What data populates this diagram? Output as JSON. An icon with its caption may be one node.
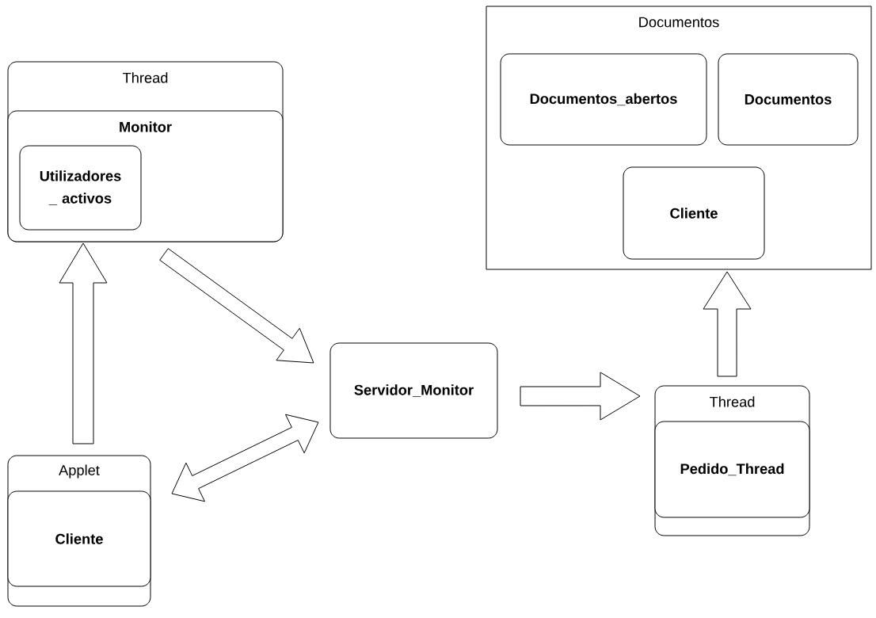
{
  "diagram": {
    "nodes": [
      {
        "text": [
          "Thread"
        ]
      },
      {
        "text": [
          "Monitor"
        ],
        "in": 0
      },
      {
        "text": [
          "Utilizadores _ activos"
        ],
        "in": 1
      },
      {
        "text": [
          "Applet"
        ]
      },
      {
        "text": [
          "Cliente"
        ],
        "in": 3
      },
      {
        "text": [
          "Servidor_Monitor"
        ]
      },
      {
        "text": [
          "Thread"
        ]
      },
      {
        "text": [
          "Pedido_Thread"
        ],
        "in": 6
      },
      {
        "text": [
          "Documentos"
        ]
      },
      {
        "text": [
          "Documentos_abertos"
        ],
        "in": 8
      },
      {
        "text": [
          "Documentos"
        ],
        "in": 8
      },
      {
        "text": [
          "Cliente"
        ],
        "in": 8
      }
    ],
    "edges": [
      {
        "from": 3,
        "to": 0,
        "arrow": "to"
      },
      {
        "from": 0,
        "to": 5,
        "arrow": "to"
      },
      {
        "from": 3,
        "to": 5,
        "arrow": "both"
      },
      {
        "from": 5,
        "to": 6,
        "arrow": "to"
      },
      {
        "from": 6,
        "to": 8,
        "arrow": "to"
      }
    ]
  }
}
